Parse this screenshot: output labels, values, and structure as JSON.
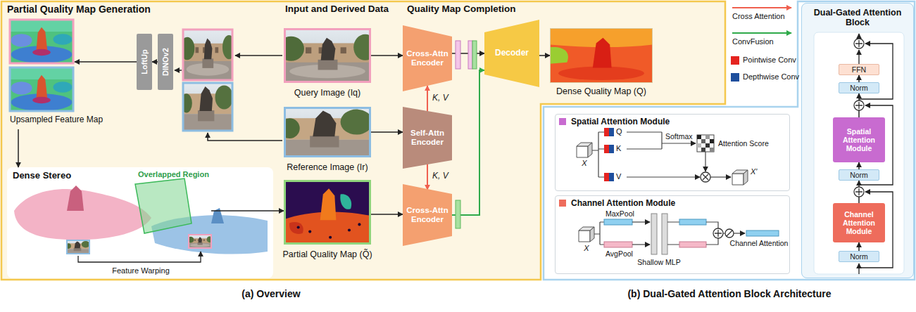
{
  "diagram": {
    "nodes": [
      {
        "text": [
          "Upsampled Feature Map"
        ]
      },
      {
        "text": [
          "LoftUp"
        ]
      },
      {
        "text": [
          "DINOv2"
        ]
      },
      {
        "text": [
          "Dense Stereo"
        ]
      },
      {
        "text": [
          "Query Image (Iq)"
        ]
      },
      {
        "text": [
          "Reference Image (Ir)"
        ]
      },
      {
        "text": [
          "Partial Quality Map (Q̃)"
        ]
      },
      {
        "text": [
          "Cross-Attn Encoder"
        ]
      },
      {
        "text": [
          "Self-Attn Encoder"
        ]
      },
      {
        "text": [
          "Cross-Attn Encoder"
        ]
      },
      {
        "text": [
          "Decoder"
        ]
      },
      {
        "text": [
          "Dense Quality Map (Q)"
        ]
      },
      {
        "text": [
          "Spatial Attention Module"
        ]
      },
      {
        "text": [
          "Channel Attention Module"
        ]
      },
      {
        "text": [
          "Dual-Gated Attention Block"
        ]
      },
      {
        "text": [
          "FFN"
        ],
        "in": 14
      },
      {
        "text": [
          "Norm"
        ],
        "in": 14
      },
      {
        "text": [
          "Spatial Attention Module"
        ],
        "in": 14
      },
      {
        "text": [
          "Norm"
        ],
        "in": 14
      },
      {
        "text": [
          "Channel Attention Module"
        ],
        "in": 14
      },
      {
        "text": [
          "Norm"
        ],
        "in": 14
      }
    ],
    "edges": [
      {
        "from": 2,
        "to": 1,
        "arrow": "to"
      },
      {
        "from": 1,
        "to": 0,
        "arrow": "to"
      },
      {
        "from": 0,
        "to": 3,
        "arrow": "to"
      },
      {
        "from": 3,
        "to": 6,
        "arrow": "to"
      },
      {
        "from": 4,
        "to": 7,
        "arrow": "to"
      },
      {
        "from": 5,
        "to": 8,
        "arrow": "to"
      },
      {
        "from": 6,
        "to": 9,
        "arrow": "to"
      },
      {
        "from": 8,
        "to": 7,
        "label": "K, V",
        "arrow": "to"
      },
      {
        "from": 8,
        "to": 9,
        "label": "K, V",
        "arrow": "to"
      },
      {
        "from": 7,
        "to": 10,
        "arrow": "to"
      },
      {
        "from": 9,
        "to": 10,
        "arrow": "to"
      },
      {
        "from": 10,
        "to": 11,
        "arrow": "to"
      },
      {
        "from": 20,
        "to": 19,
        "arrow": "to"
      },
      {
        "from": 19,
        "to": 18,
        "arrow": "to"
      },
      {
        "from": 18,
        "to": 17,
        "arrow": "to"
      },
      {
        "from": 17,
        "to": 16,
        "arrow": "to"
      },
      {
        "from": 16,
        "to": 15,
        "arrow": "to"
      }
    ],
    "labels": [
      "Partial Quality Map Generation",
      "Input and Derived Data",
      "Quality Map Completion",
      "Overlapped Region",
      "Feature Warping",
      "Q",
      "K",
      "V",
      "Softmax",
      "Attention Score",
      "X",
      "X′",
      "X",
      "MaxPool",
      "AvgPool",
      "Shallow MLP",
      "Channel Attention",
      "(a) Overview",
      "(b) Dual-Gated Attention Block Architecture"
    ],
    "legend": [
      {
        "text": "Cross Attention"
      },
      {
        "text": "ConvFusion"
      },
      {
        "text": "Pointwise Conv",
        "color": "#e52420"
      },
      {
        "text": "Depthwise Conv",
        "color": "#1f4f9d"
      }
    ]
  }
}
